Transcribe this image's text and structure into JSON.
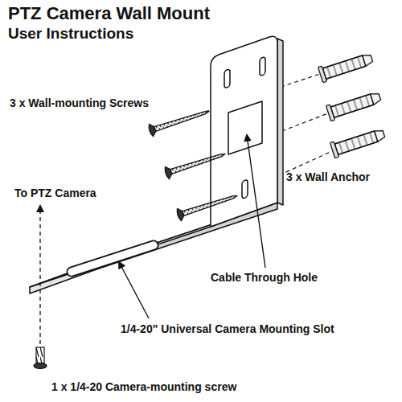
{
  "diagram": {
    "title": "PTZ Camera Wall Mount",
    "labels": [
      "User Instructions",
      "3 x Wall-mounting Screws",
      "3 x Wall Anchor",
      "To PTZ Camera",
      "Cable Through Hole",
      "1/4-20\" Universal Camera Mounting Slot",
      "1 x 1/4-20 Camera-mounting screw"
    ]
  }
}
